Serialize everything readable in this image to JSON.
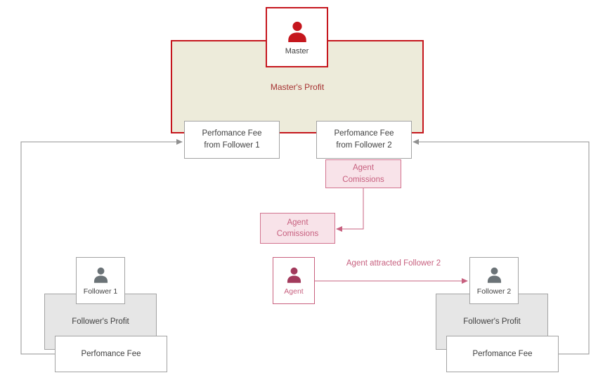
{
  "nodes": {
    "master": {
      "label": "Master"
    },
    "master_profit": {
      "label": "Master's Profit"
    },
    "fee_follower1": {
      "line1": "Perfomance Fee",
      "line2": "from Follower 1"
    },
    "fee_follower2": {
      "line1": "Perfomance Fee",
      "line2": "from Follower 2"
    },
    "agent_comm_source": {
      "line1": "Agent",
      "line2": "Comissions"
    },
    "agent_comm_target": {
      "line1": "Agent",
      "line2": "Comissions"
    },
    "agent": {
      "label": "Agent"
    },
    "follower1": {
      "label": "Follower 1",
      "profit": "Follower's Profit",
      "fee": "Perfomance Fee"
    },
    "follower2": {
      "label": "Follower 2",
      "profit": "Follower's Profit",
      "fee": "Perfomance Fee"
    }
  },
  "edges": {
    "agent_attracted_label": "Agent attracted Follower 2"
  },
  "colors": {
    "master_red": "#C5161D",
    "master_profit_fill": "#EDEBDA",
    "master_profit_text": "#A63232",
    "pink_border": "#D2738F",
    "pink_fill": "#F8E3E9",
    "pink_text": "#C7607F",
    "agent_icon": "#A23A5C",
    "gray_border": "#A3A3A3",
    "gray_fill": "#E6E6E6",
    "gray_icon": "#6B7377",
    "connector_gray": "#909090",
    "text_dark": "#3F3F3F"
  }
}
